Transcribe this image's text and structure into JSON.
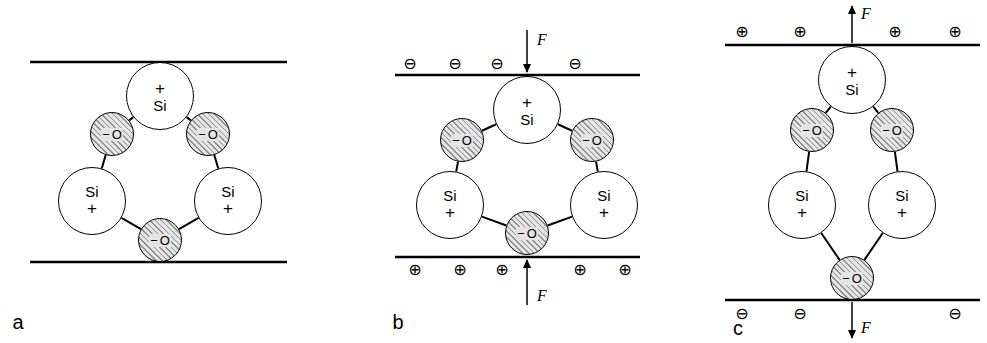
{
  "diagram": {
    "nodes": [
      {
        "text": [
          "Si",
          "+"
        ]
      },
      {
        "text": [
          "O",
          "−"
        ]
      },
      {
        "text": [
          "O",
          "−"
        ]
      },
      {
        "text": [
          "Si",
          "+"
        ]
      },
      {
        "text": [
          "O",
          "−"
        ]
      },
      {
        "text": [
          "Si",
          "+"
        ]
      },
      {
        "text": [
          "Si",
          "+"
        ]
      },
      {
        "text": [
          "O",
          "−"
        ]
      },
      {
        "text": [
          "O",
          "−"
        ]
      },
      {
        "text": [
          "Si",
          "+"
        ]
      },
      {
        "text": [
          "O",
          "−"
        ]
      },
      {
        "text": [
          "Si",
          "+"
        ]
      },
      {
        "text": [
          "Si",
          "+"
        ]
      },
      {
        "text": [
          "O",
          "−"
        ]
      },
      {
        "text": [
          "O",
          "−"
        ]
      },
      {
        "text": [
          "Si",
          "+"
        ]
      },
      {
        "text": [
          "O",
          "−"
        ]
      },
      {
        "text": [
          "Si",
          "+"
        ]
      }
    ],
    "edges": [
      {
        "from": 0,
        "to": 1,
        "arrow": "none"
      },
      {
        "from": 0,
        "to": 2,
        "arrow": "none"
      },
      {
        "from": 1,
        "to": 3,
        "arrow": "none"
      },
      {
        "from": 2,
        "to": 5,
        "arrow": "none"
      },
      {
        "from": 3,
        "to": 4,
        "arrow": "none"
      },
      {
        "from": 5,
        "to": 4,
        "arrow": "none"
      },
      {
        "from": 6,
        "to": 7,
        "arrow": "none"
      },
      {
        "from": 6,
        "to": 8,
        "arrow": "none"
      },
      {
        "from": 7,
        "to": 9,
        "arrow": "none"
      },
      {
        "from": 8,
        "to": 11,
        "arrow": "none"
      },
      {
        "from": 9,
        "to": 10,
        "arrow": "none"
      },
      {
        "from": 11,
        "to": 10,
        "arrow": "none"
      },
      {
        "from": 12,
        "to": 13,
        "arrow": "none"
      },
      {
        "from": 12,
        "to": 14,
        "arrow": "none"
      },
      {
        "from": 13,
        "to": 15,
        "arrow": "none"
      },
      {
        "from": 14,
        "to": 17,
        "arrow": "none"
      },
      {
        "from": 15,
        "to": 16,
        "arrow": "none"
      },
      {
        "from": 17,
        "to": 16,
        "arrow": "none"
      }
    ],
    "labels": [
      "a",
      "b",
      "c",
      "F",
      "F",
      "F",
      "F",
      "⊖",
      "⊖",
      "⊖",
      "⊖",
      "⊕",
      "⊕",
      "⊕",
      "⊕",
      "⊕",
      "⊕",
      "⊕",
      "⊕",
      "⊕",
      "⊖",
      "⊖",
      "⊖"
    ]
  }
}
